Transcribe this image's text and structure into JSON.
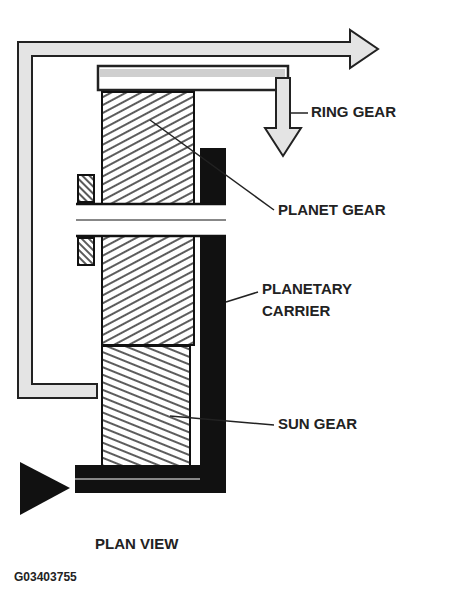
{
  "diagram": {
    "labels": [
      "RING GEAR",
      "PLANET GEAR",
      "PLANETARY CARRIER",
      "SUN GEAR",
      "PLAN VIEW",
      "G03403755"
    ]
  }
}
